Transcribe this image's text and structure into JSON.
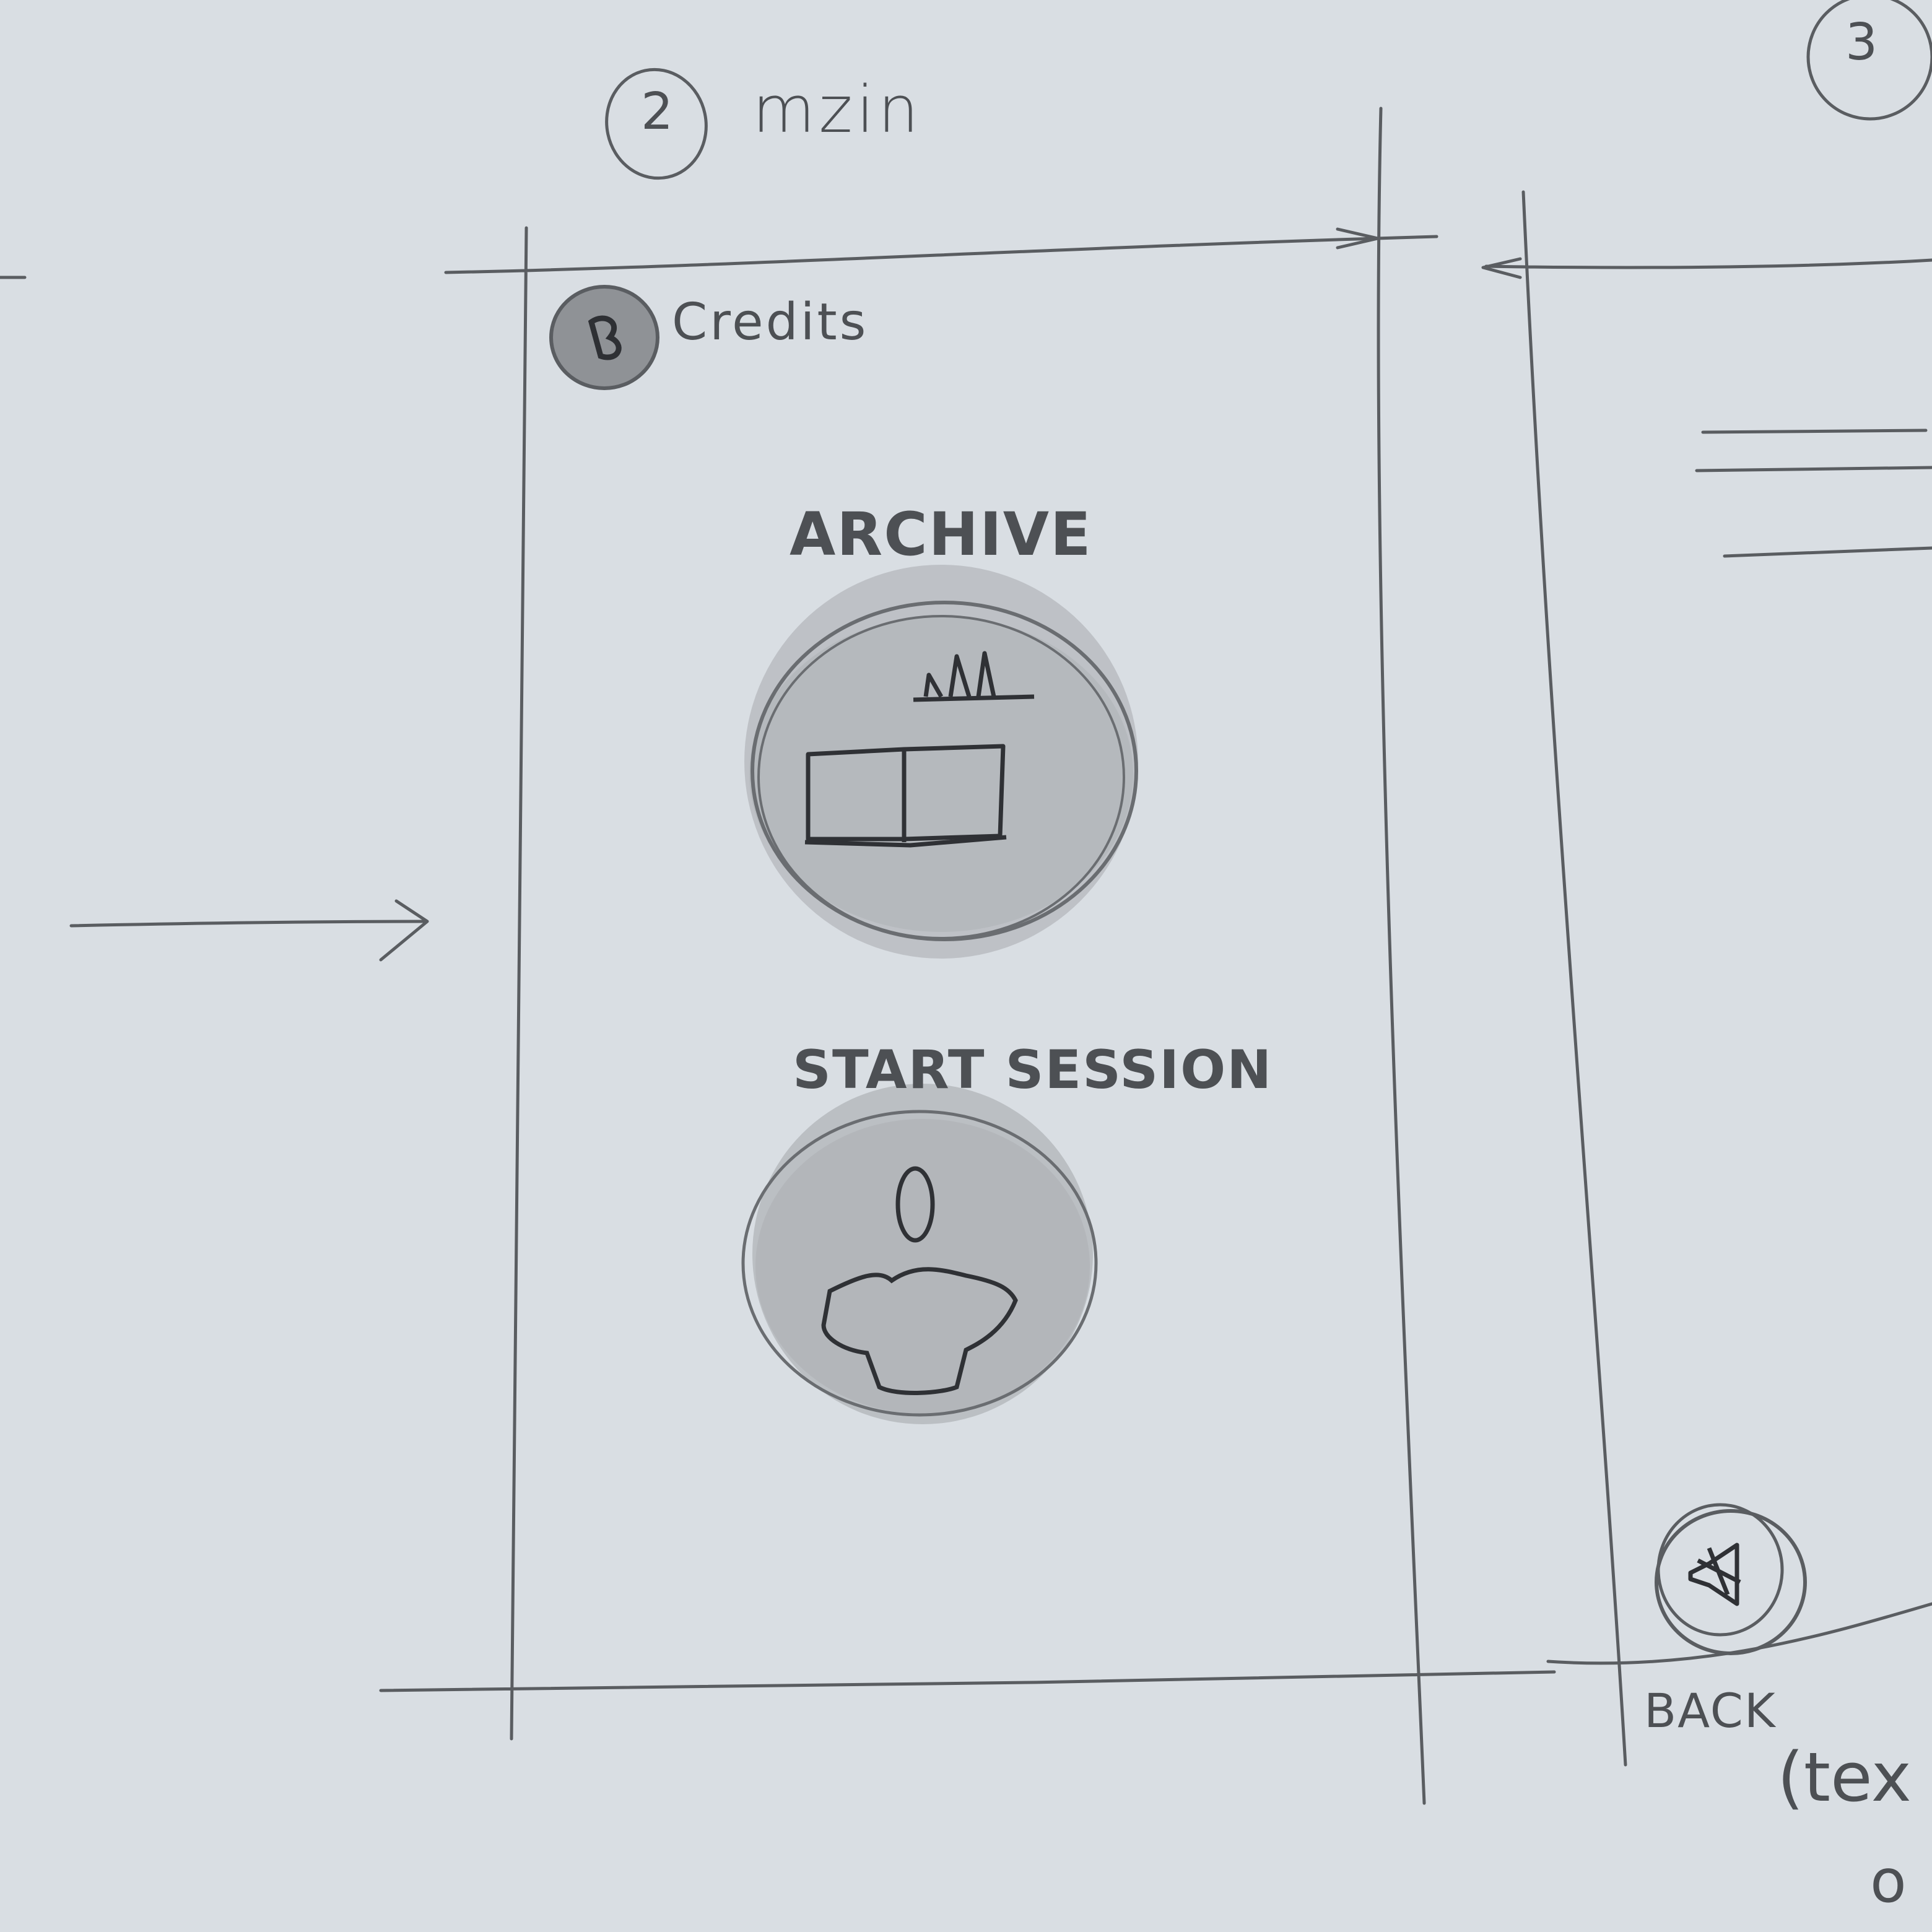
{
  "sketch": {
    "screen_main": {
      "number": "2",
      "title": "mzin",
      "credits_label": "Credits",
      "archive_label": "ARCHIVE",
      "start_session_label": "START SESSION"
    },
    "screen_next": {
      "number": "3",
      "back_label": "BACK",
      "note_text": "(tex",
      "note_text_2": "o"
    },
    "icons": {
      "credits": "credits-circle-icon",
      "archive": "book-archive-icon",
      "session": "person-session-icon",
      "speaker": "speaker-icon"
    },
    "colors": {
      "paper": "#d9dee3",
      "pencil": "#55585c",
      "shading": "#9a9da1"
    }
  }
}
